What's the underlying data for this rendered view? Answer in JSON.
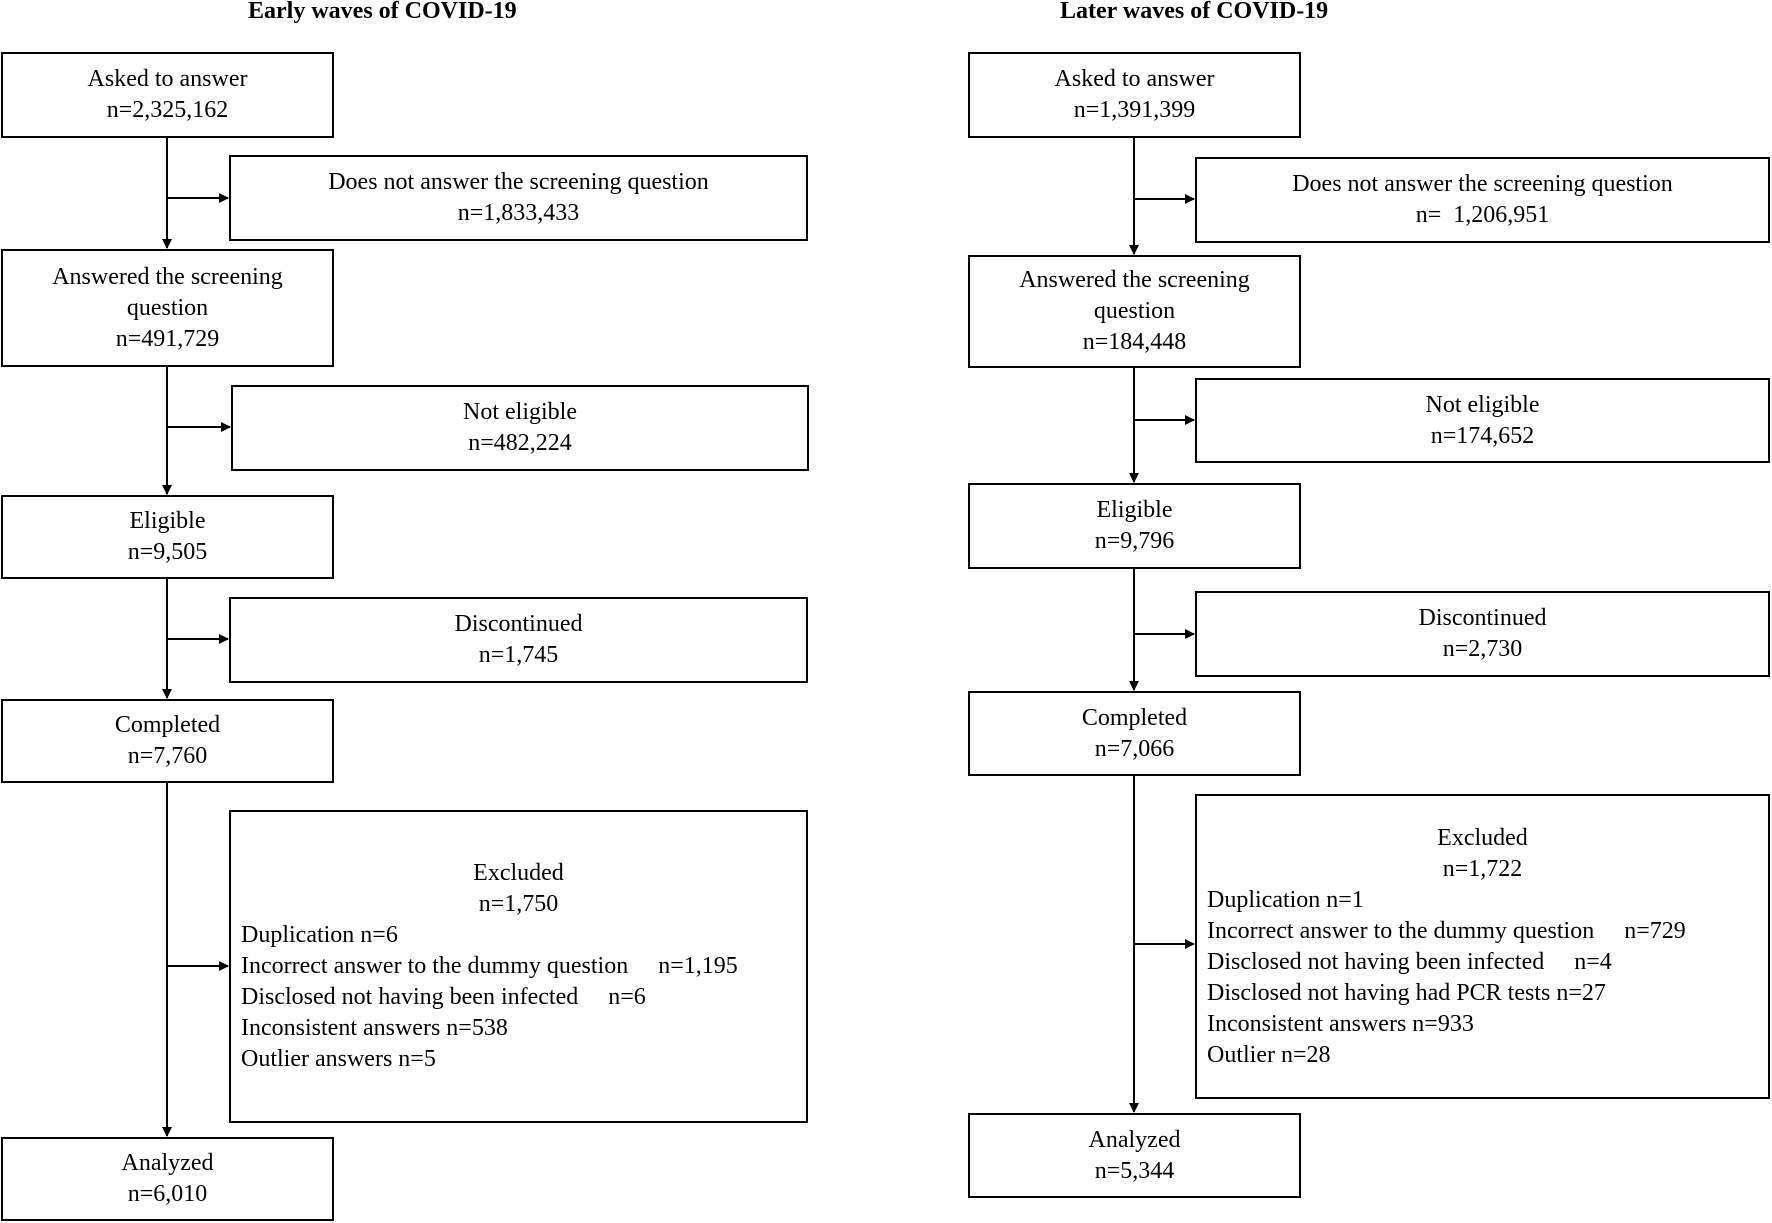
{
  "early": {
    "title": "Early waves of COVID-19",
    "asked": {
      "label": "Asked to answer",
      "n": "n=2,325,162"
    },
    "no_answer": {
      "label": "Does not answer the screening question",
      "n": "n=1,833,433"
    },
    "answered": {
      "label1": "Answered the screening",
      "label2": "question",
      "n": "n=491,729"
    },
    "not_eligible": {
      "label": "Not eligible",
      "n": "n=482,224"
    },
    "eligible": {
      "label": "Eligible",
      "n": "n=9,505"
    },
    "discontinued": {
      "label": "Discontinued",
      "n": "n=1,745"
    },
    "completed": {
      "label": "Completed",
      "n": "n=7,760"
    },
    "excluded": {
      "label": "Excluded",
      "n": "n=1,750",
      "items": [
        "Duplication n=6",
        "Incorrect answer to the dummy question     n=1,195",
        "Disclosed not having been infected     n=6",
        "Inconsistent answers n=538",
        "Outlier answers n=5"
      ]
    },
    "analyzed": {
      "label": "Analyzed",
      "n": "n=6,010"
    }
  },
  "later": {
    "title": "Later waves of COVID-19",
    "asked": {
      "label": "Asked to answer",
      "n": "n=1,391,399"
    },
    "no_answer": {
      "label": "Does not answer the screening question",
      "n": "n=  1,206,951"
    },
    "answered": {
      "label1": "Answered the screening",
      "label2": "question",
      "n": "n=184,448"
    },
    "not_eligible": {
      "label": "Not eligible",
      "n": "n=174,652"
    },
    "eligible": {
      "label": "Eligible",
      "n": "n=9,796"
    },
    "discontinued": {
      "label": "Discontinued",
      "n": "n=2,730"
    },
    "completed": {
      "label": "Completed",
      "n": "n=7,066"
    },
    "excluded": {
      "label": "Excluded",
      "n": "n=1,722",
      "items": [
        "Duplication n=1",
        "Incorrect answer to the dummy question     n=729",
        "Disclosed not having been infected     n=4",
        "Disclosed not having had PCR tests n=27",
        "Inconsistent answers n=933",
        "Outlier n=28"
      ]
    },
    "analyzed": {
      "label": "Analyzed",
      "n": "n=5,344"
    }
  }
}
